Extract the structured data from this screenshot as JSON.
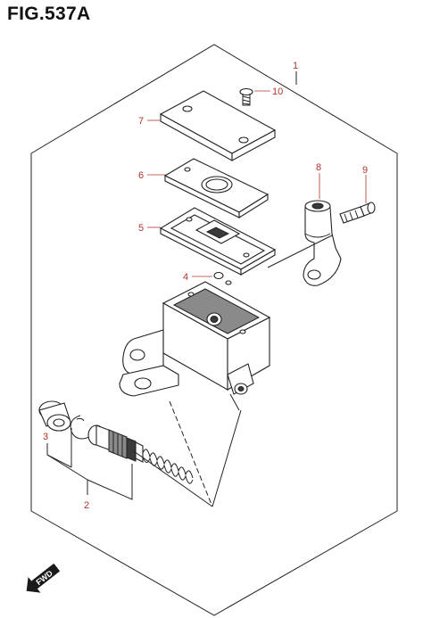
{
  "figure": {
    "title": "FIG.537A"
  },
  "callouts": [
    {
      "id": "1",
      "label": "1"
    },
    {
      "id": "2",
      "label": "2"
    },
    {
      "id": "3",
      "label": "3"
    },
    {
      "id": "4",
      "label": "4"
    },
    {
      "id": "5",
      "label": "5"
    },
    {
      "id": "6",
      "label": "6"
    },
    {
      "id": "7",
      "label": "7"
    },
    {
      "id": "8",
      "label": "8"
    },
    {
      "id": "9",
      "label": "9"
    },
    {
      "id": "10",
      "label": "10"
    }
  ],
  "direction_arrow": {
    "label": "FWD"
  },
  "colors": {
    "callout": "#b0342c",
    "line": "#222222"
  }
}
